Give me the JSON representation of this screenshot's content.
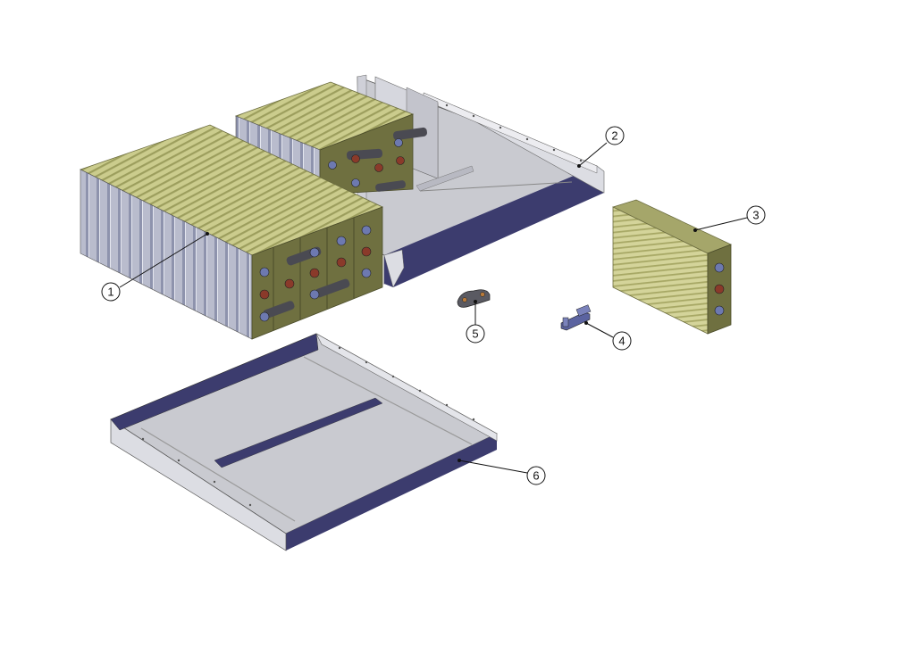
{
  "callouts": [
    {
      "id": "1",
      "label": "1"
    },
    {
      "id": "2",
      "label": "2"
    },
    {
      "id": "3",
      "label": "3"
    },
    {
      "id": "4",
      "label": "4"
    },
    {
      "id": "5",
      "label": "5"
    },
    {
      "id": "6",
      "label": "6"
    }
  ],
  "colors": {
    "cell_top": "#c8c98a",
    "cell_top_dark": "#8f9153",
    "cell_face": "#6f7040",
    "cell_side": "#b9bccd",
    "tray_floor": "#c9cad0",
    "tray_wall": "#dcdde3",
    "tray_edge": "#3c3c6e",
    "terminal_blue": "#6d79b0",
    "terminal_red": "#8a3a2a",
    "strap": "#4a4a52",
    "line": "#111111"
  }
}
